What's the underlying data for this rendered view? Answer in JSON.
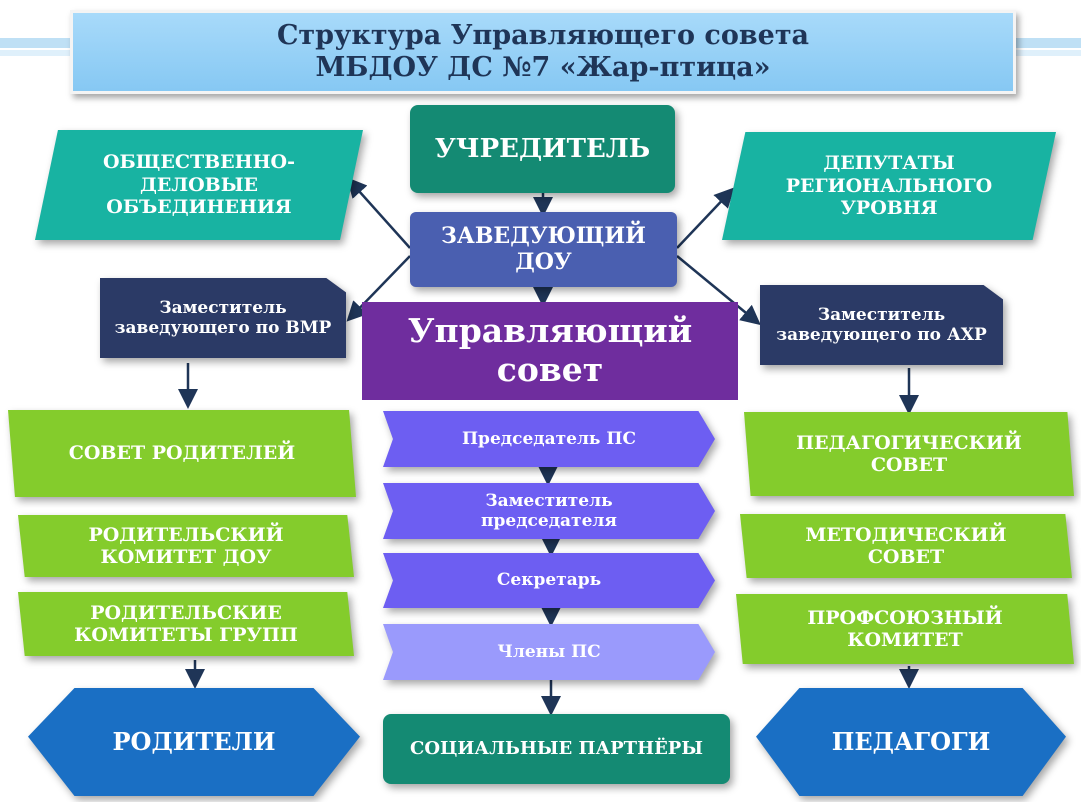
{
  "title": {
    "line1": "Структура Управляющего совета",
    "line2": "МБДОУ ДС №7 «Жар-птица»"
  },
  "top": {
    "founder": "УЧРЕДИТЕЛЬ",
    "head": "ЗАВЕДУЮЩИЙ ДОУ",
    "council": "Управляющий совет"
  },
  "left": {
    "public_orgs": "ОБЩЕСТВЕННО-ДЕЛОВЫЕ ОБЪЕДИНЕНИЯ",
    "deputy_vmr": "Заместитель заведующего по ВМР",
    "parents_council": "СОВЕТ РОДИТЕЛЕЙ",
    "parent_committee": "РОДИТЕЛЬСКИЙ КОМИТЕТ ДОУ",
    "group_committees": "РОДИТЕЛЬСКИЕ КОМИТЕТЫ ГРУПП",
    "parents": "РОДИТЕЛИ"
  },
  "center": {
    "chairman": "Председатель ПС",
    "vice_chairman": "Заместитель председателя",
    "secretary": "Секретарь",
    "members": "Члены ПС",
    "partners": "СОЦИАЛЬНЫЕ ПАРТНЁРЫ"
  },
  "right": {
    "deputies": "ДЕПУТАТЫ РЕГИОНАЛЬНОГО УРОВНЯ",
    "deputy_ahr": "Заместитель заведующего по АХР",
    "ped_council": "ПЕДАГОГИЧЕСКИЙ СОВЕТ",
    "method_council": "МЕТОДИЧЕСКИЙ СОВЕТ",
    "union": "ПРОФСОЮЗНЫЙ КОМИТЕТ",
    "teachers": "ПЕДАГОГИ"
  },
  "colors": {
    "title_bg": "#86c8f3",
    "teal": "#148a73",
    "teal_light": "#18b3a2",
    "navy": "#2b3a66",
    "blue": "#4a5fb0",
    "purple": "#6f2d9e",
    "green": "#84cc2c",
    "violet": "#6d5ef2",
    "lavender": "#9a9afc",
    "royal_blue": "#1a6fc4",
    "arrow": "#1f3557"
  }
}
